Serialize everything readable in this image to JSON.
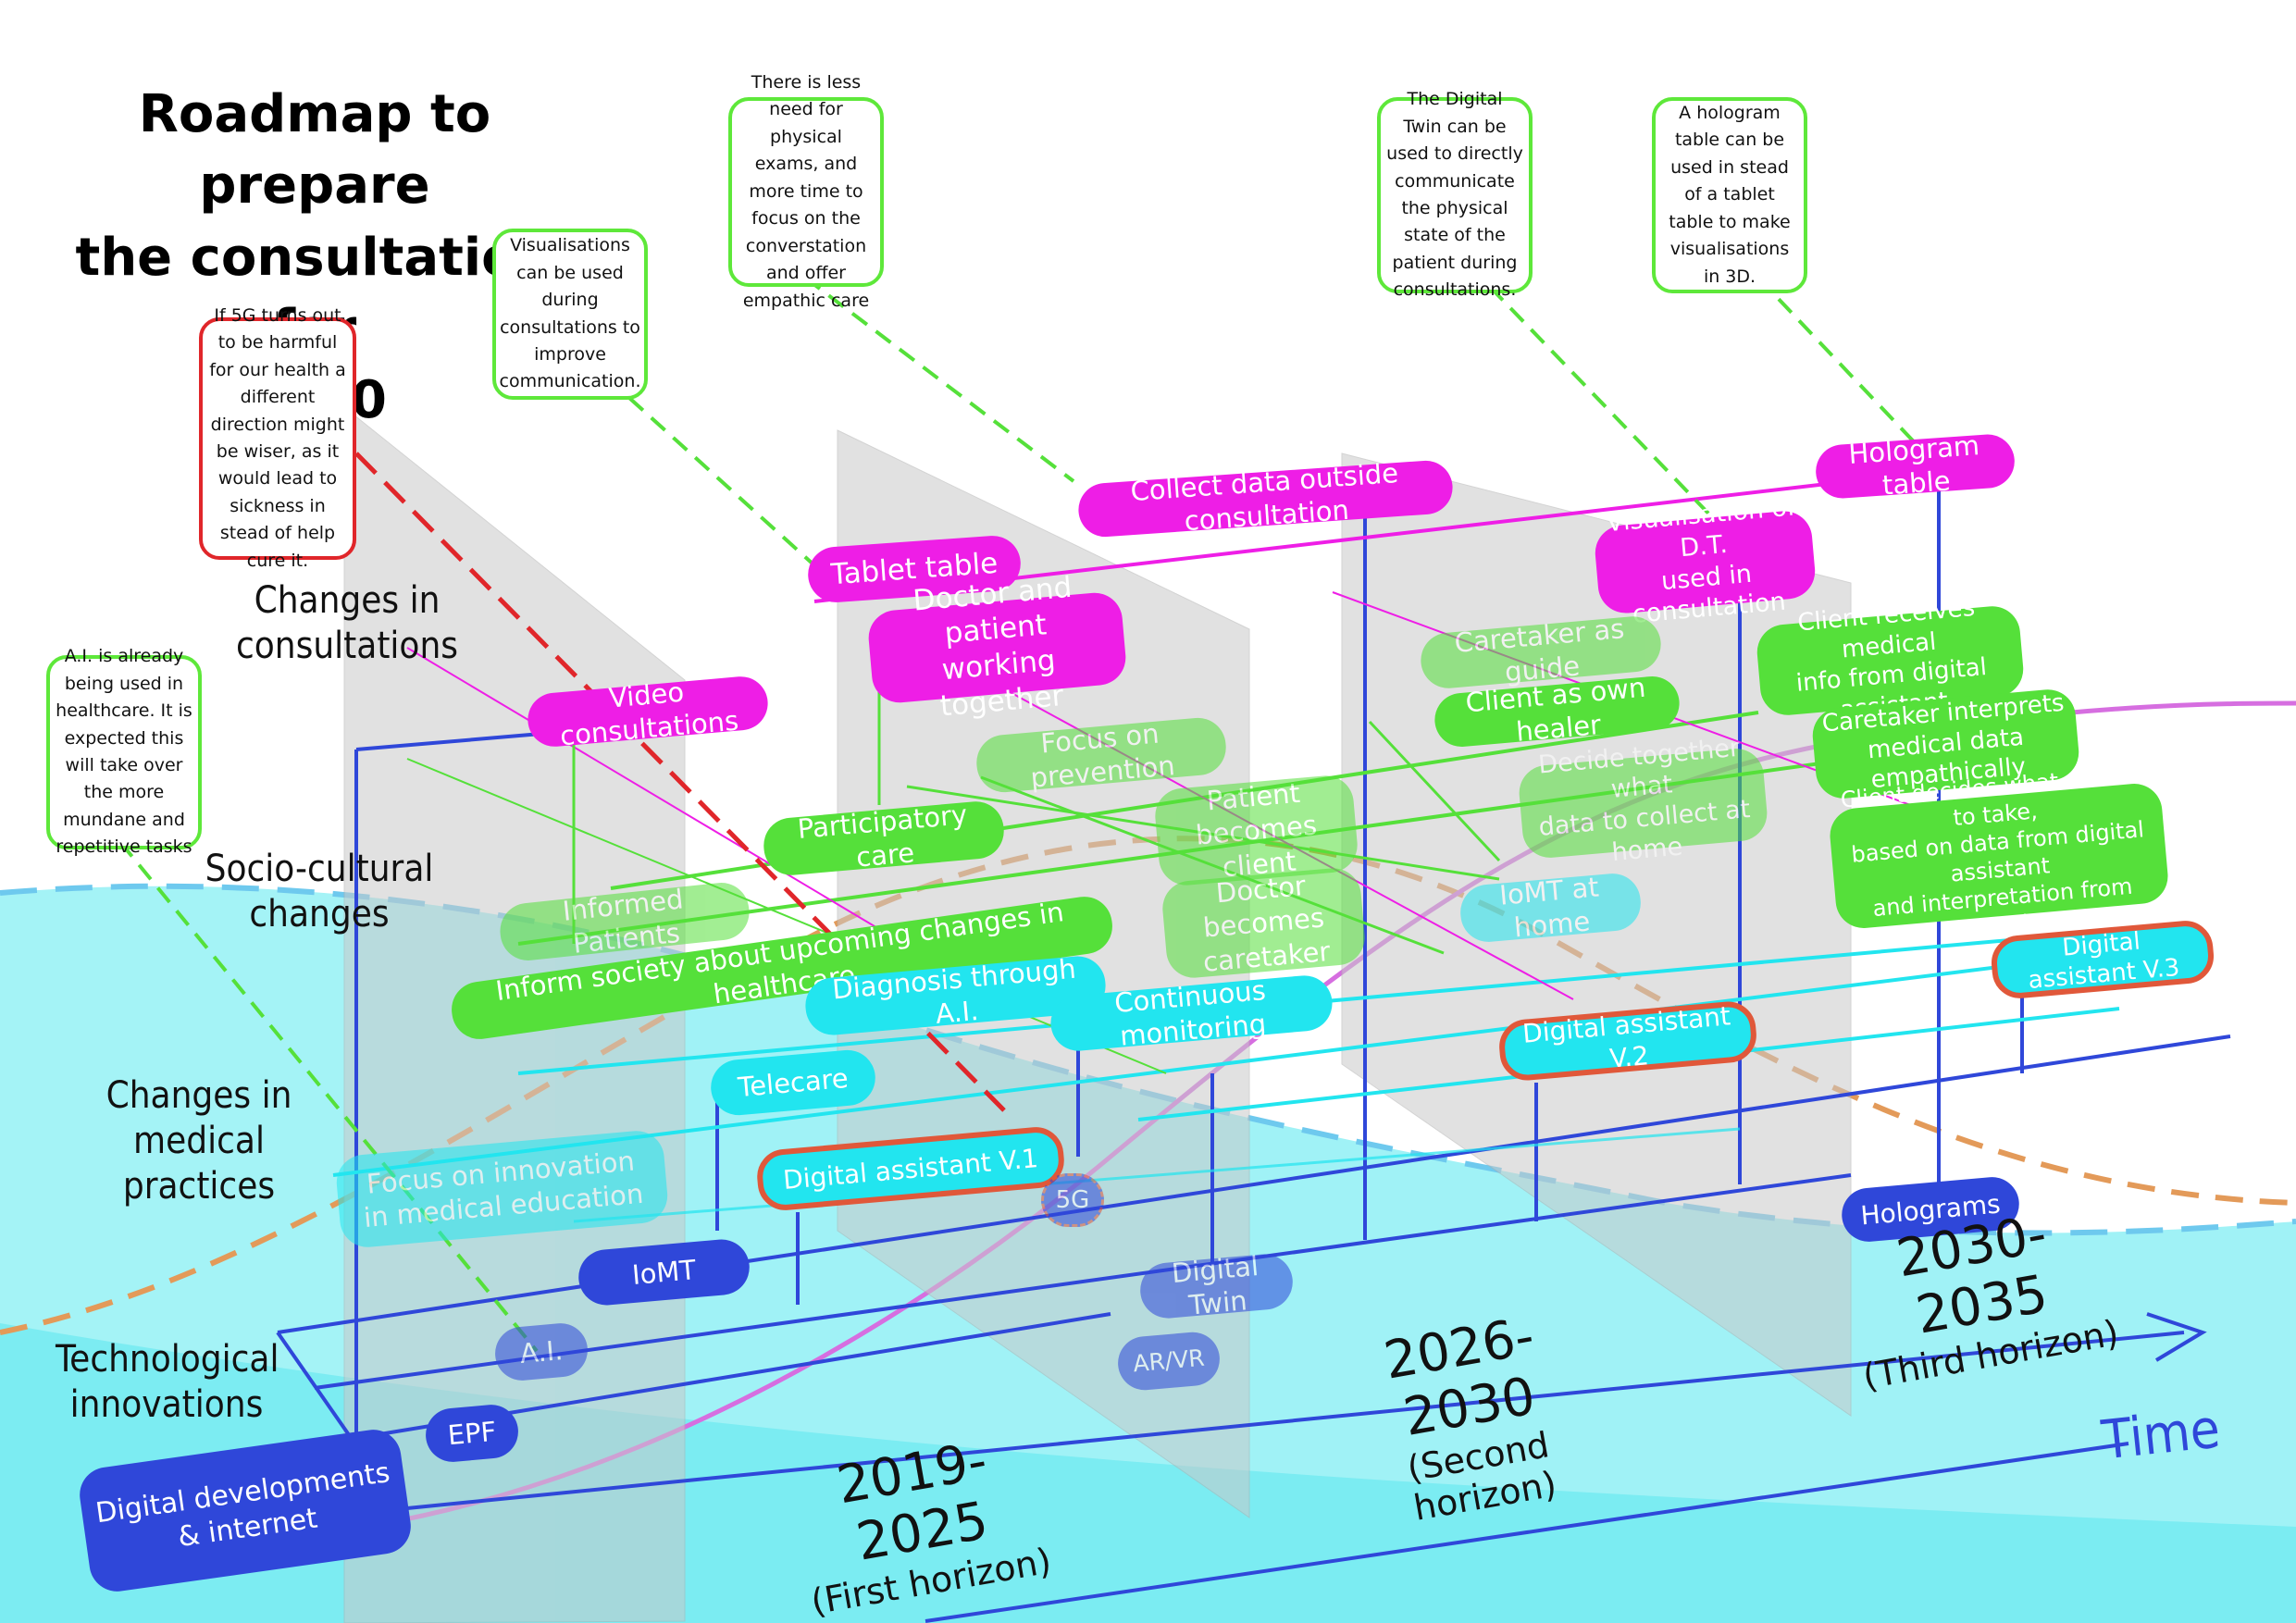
{
  "title": "Roadmap to prepare\nthe consultation for\n2030",
  "layers": {
    "consultations": "Changes in\nconsultations",
    "socio": "Socio-cultural\nchanges",
    "medical": "Changes in\nmedical practices",
    "tech": "Technological\ninnovations"
  },
  "horizons": [
    {
      "years": "2019-2025",
      "name": "(First horizon)"
    },
    {
      "years": "2026-2030",
      "name": "(Second horizon)"
    },
    {
      "years": "2030-2035",
      "name": "(Third horizon)"
    }
  ],
  "time_label": "Time",
  "notes": {
    "fiveg": "If 5G turns out to be harmful for our health a different direction might be wiser, as it would lead to sickness in stead of help cure it.",
    "ai": "A.I. is already being used in healthcare. It is expected this will take over the more mundane and repetitive tasks",
    "visualisations": "Visualisations can be used during consultations to improve communication.",
    "exams": "There is less need for physical exams, and more time to focus on the converstation and offer empathic care",
    "twin": "The Digital Twin can be used to directly communicate the physical state of the patient during consultations.",
    "hologram": "A hologram table can be used in stead of a tablet table to make visualisations in 3D."
  },
  "consultations": {
    "video": "Video consultations",
    "tablet": "Tablet table",
    "doctor_patient": "Doctor and patient\nworking together",
    "collect": "Collect data outside consultation",
    "visualisation_dt": "Visualisation of D.T.\nused in consultation",
    "hologram_table": "Hologram table"
  },
  "socio": {
    "informed": "Informed Patients",
    "inform_society": "Inform society about upcoming changes in healthcare",
    "participatory": "Participatory care",
    "prevention": "Focus on prevention",
    "patient_client": "Patient becomes\nclient",
    "doctor_caretaker": "Doctor becomes\ncaretaker",
    "caretaker_guide": "Caretaker as guide",
    "client_healer": "Client as own healer",
    "decide": "Decide together what\ndata to collect at home",
    "client_receives": "Client receives medical\ninfo from digital assistant",
    "caretaker_interprets": "Caretaker interprets\nmedical data empathically",
    "client_decides": "Client decides what actions  to take,\nbased on data from digital assistant\nand interpretation from caretaker"
  },
  "medical": {
    "diagnosis": "Diagnosis through A.I.",
    "telecare": "Telecare",
    "monitoring": "Continuous monitoring",
    "innovation": "Focus on innovation\nin medical education",
    "iomt_home": "IoMT at home"
  },
  "tech": {
    "da1": "Digital assistant V.1",
    "da2": "Digital assistant V.2",
    "da3": "Digital assistant V.3",
    "fiveg": "5G",
    "iomt": "IoMT",
    "ai": "A.I.",
    "epf": "EPF",
    "digital_dev": "Digital developments\n& internet",
    "twin": "Digital Twin",
    "arvr": "AR/VR",
    "holograms": "Holograms"
  },
  "colors": {
    "consultation": "#ee1ee6",
    "socio": "#55e03a",
    "medical": "#22e5ef",
    "tech": "#2f47d9",
    "risk": "#e0583a",
    "note_border": "#5ee83a"
  }
}
